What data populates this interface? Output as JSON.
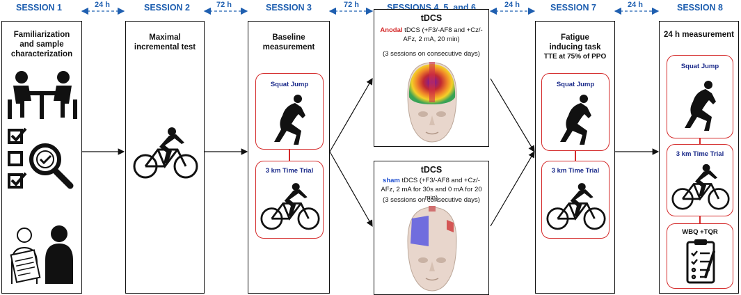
{
  "sessions": [
    {
      "title": "SESSION 1",
      "text": "Familiarization and sample characterization"
    },
    {
      "title": "SESSION 2",
      "text": "Maximal incremental test"
    },
    {
      "title": "SESSION 3",
      "text": "Baseline measurement"
    },
    {
      "title": "SESSIONS 4, 5, and 6"
    },
    {
      "title": "SESSION 7",
      "text": "Fatigue inducing task",
      "sub": "TTE at 75% of PPO"
    },
    {
      "title": "SESSION 8",
      "text": "24 h measurement"
    }
  ],
  "gaps": [
    "24 h",
    "72 h",
    "72 h",
    "24 h",
    "24 h"
  ],
  "tests": {
    "squat": "Squat Jump",
    "trial": "3 km Time Trial",
    "questionnaire": "WBQ +TQR"
  },
  "anodal": {
    "title": "tDCS",
    "keyword": "Anodal",
    "text": " tDCS (+F3/-AF8 and +Cz/-AFz, 2 mA, 20 min)",
    "note": "(3 sessions on consecutive days)"
  },
  "sham": {
    "title": "tDCS",
    "keyword": "sham",
    "text": " tDCS (+F3/-AF8 and +Cz/-AFz, 2 mA for 30s and 0 mA for 20 min)",
    "note": "(3 sessions on consecutive days)"
  },
  "colors": {
    "session_title": "#1f5fb0",
    "card_border": "#d42a2a",
    "card_label": "#1a2a8a",
    "anodal": "#d42a2a",
    "sham": "#1f4fd0"
  },
  "icons": [
    "meeting-icon",
    "checklist-icon",
    "magnifier-icon",
    "consent-form-icon",
    "person-icon",
    "squat-jump-icon",
    "cyclist-icon",
    "brain-anodal-icon",
    "brain-sham-icon",
    "questionnaire-icon"
  ]
}
